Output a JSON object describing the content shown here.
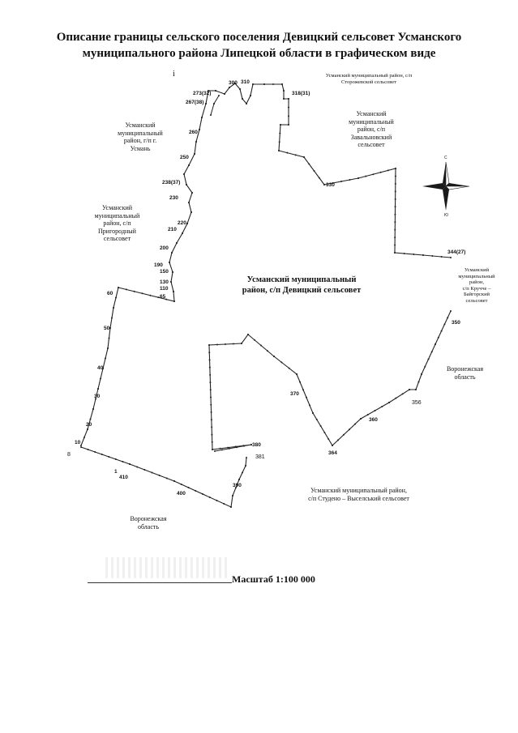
{
  "title": "Описание границы сельского поселения Девицкий сельсовет Усманского муниципального района Липецкой области в графическом виде",
  "scale_label": "Масштаб 1:100 000",
  "top_mark": "i",
  "regions": {
    "center": "Усманский муниципальный\nрайон, с/п Девицкий сельсовет",
    "storozhevsky": "Усманский муниципальный район, с/п\nСторожевской сельсовет",
    "zavalnovsky": "Усманский\nмуниципальный\nрайон, с/п\nЗавальновский\nсельсовет",
    "usman_city": "Усманский\nмуниципальный\nрайон, г/п г.\nУсмань",
    "prigorodny": "Усманский\nмуниципальный\nрайон, с/п\nПригородный\nсельсовет",
    "kruche": "Усманский\nмуниципальный\nрайон,\nс/п Кручче –\nБайгорский\nсельсовет",
    "voronezh_east": "Воронежская\nобласть",
    "studeno": "Усманский муниципальный район,\nс/п Студено – Выселський сельсовет",
    "voronezh_south": "Воронежская\nобласть"
  },
  "compass": {
    "north": "С",
    "south": "Ю"
  },
  "points": {
    "p300": "300",
    "p310": "310",
    "p318": "318(31)",
    "p273": "273(32)",
    "p267": "267(38)",
    "p260": "260",
    "p250": "250",
    "p238": "238(37)",
    "p230": "230",
    "p220": "220",
    "p210": "210",
    "p200": "200",
    "p190": "190",
    "p150": "150",
    "p130": "130",
    "p110": "110",
    "p65": "65",
    "p60": "60",
    "p50": "50",
    "p40": "40",
    "p30": "30",
    "p20": "20",
    "p10": "10",
    "p8": "8",
    "p1": "1",
    "p410": "410",
    "p400": "400",
    "p390": "390",
    "p380": "380",
    "p381": "381",
    "p330": "330",
    "p344": "344(27)",
    "p350": "350",
    "p356": "356",
    "p360": "360",
    "p364": "364",
    "p370": "370"
  },
  "colors": {
    "line": "#222222",
    "compass": "#1a1a1a"
  }
}
